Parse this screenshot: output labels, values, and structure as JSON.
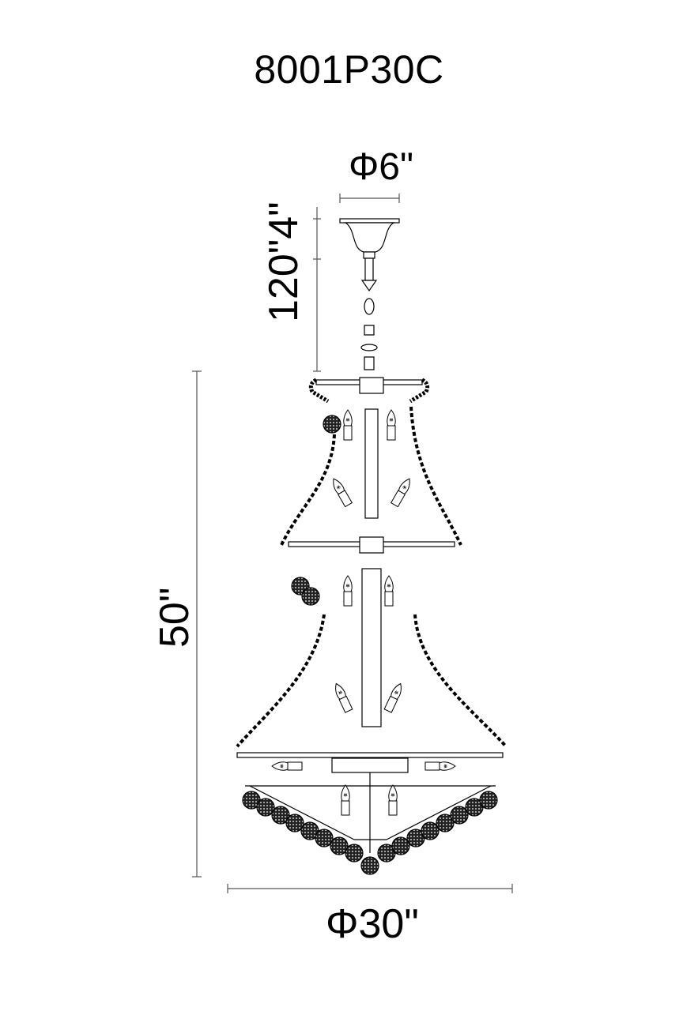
{
  "diagram": {
    "type": "technical dimension drawing",
    "subject": "crystal chandelier, three tiers",
    "model_number": "8001P30C",
    "dimensions": {
      "canopy_diameter": "Φ6\"",
      "chain_length": "120\"4\"",
      "overall_height": "50\"",
      "overall_diameter": "Φ30\""
    },
    "colors": {
      "line": "#000000",
      "background": "#ffffff",
      "dimension_line": "#555555"
    },
    "components": [
      "canopy",
      "chain",
      "top-tier-frame",
      "middle-tier-frame",
      "bottom-tier-frame",
      "candle-bulbs",
      "crystal-ball-pendants",
      "bead-strands"
    ]
  }
}
